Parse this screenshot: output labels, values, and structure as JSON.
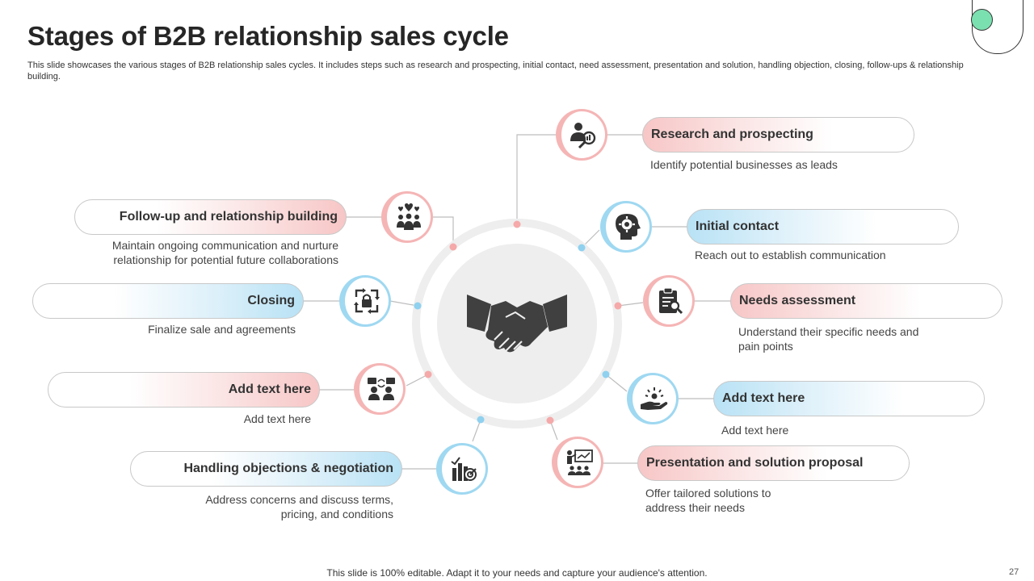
{
  "title": "Stages of B2B relationship sales cycle",
  "subtitle": "This slide showcases the various stages of B2B relationship sales cycles. It includes steps such as research and prospecting, initial contact, need assessment, presentation and solution, handling objection, closing, follow-ups & relationship building.",
  "center_icon": "handshake-icon",
  "stages": [
    {
      "label": "Research and prospecting",
      "desc": "Identify potential businesses as leads",
      "icon": "user-search-icon",
      "color": "#f5b5b5"
    },
    {
      "label": "Initial contact",
      "desc": "Reach out to establish communication",
      "icon": "head-gear-icon",
      "color": "#9fd8f1"
    },
    {
      "label": "Needs assessment",
      "desc": "Understand their specific needs and pain points",
      "icon": "clipboard-search-icon",
      "color": "#f5b5b5"
    },
    {
      "label": "Add text here",
      "desc": "Add text here",
      "icon": "hand-idea-icon",
      "color": "#9fd8f1"
    },
    {
      "label": "Presentation and solution proposal",
      "desc": "Offer tailored solutions to address their needs",
      "icon": "presentation-icon",
      "color": "#f5b5b5"
    },
    {
      "label": "Handling objections & negotiation",
      "desc": "Address concerns and discuss terms, pricing, and conditions",
      "icon": "chart-target-icon",
      "color": "#9fd8f1"
    },
    {
      "label": "Add text here",
      "desc": "Add text here",
      "icon": "people-chat-icon",
      "color": "#f5b5b5"
    },
    {
      "label": "Closing",
      "desc": "Finalize sale and agreements",
      "icon": "cycle-lock-icon",
      "color": "#9fd8f1"
    },
    {
      "label": "Follow-up and relationship building",
      "desc": "Maintain ongoing communication and nurture relationship for potential future collaborations",
      "icon": "team-hearts-icon",
      "color": "#f5b5b5"
    }
  ],
  "footer": "This slide is 100% editable. Adapt it to your needs and capture your audience's attention.",
  "page_number": "27"
}
